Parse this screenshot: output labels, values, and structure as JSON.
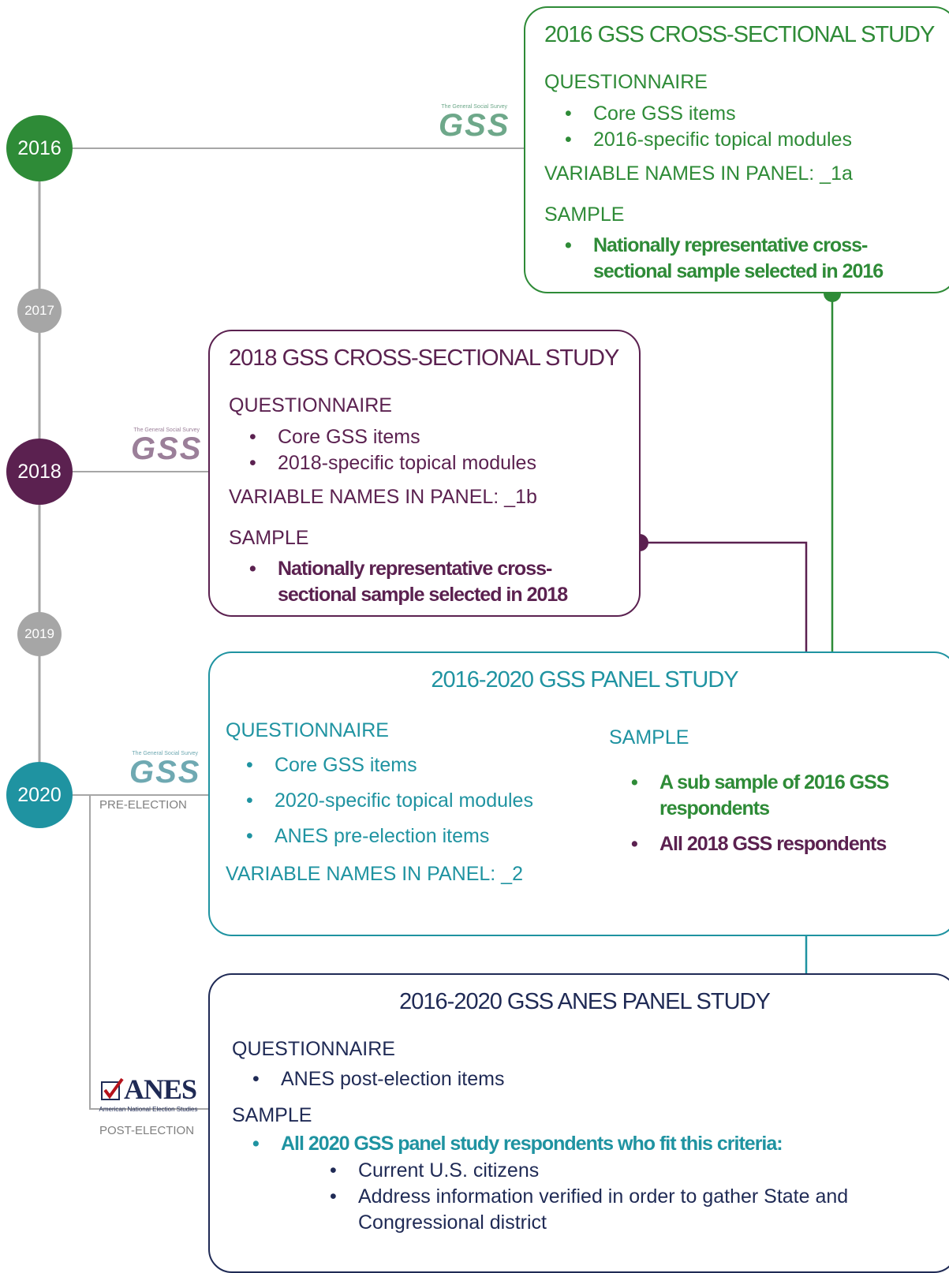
{
  "colors": {
    "green": "#2e8b37",
    "purple": "#5b2150",
    "teal": "#1f93a1",
    "navy": "#1f2a55",
    "grey": "#a6a6a6",
    "line": "#a6a6a6"
  },
  "timeline": {
    "y2016": "2016",
    "y2017": "2017",
    "y2018": "2018",
    "y2019": "2019",
    "y2020": "2020"
  },
  "logos": {
    "gss_small_text": "The General Social Survey",
    "gss_text": "GSS",
    "anes_text": "ANES",
    "anes_subtitle": "American National Election Studies",
    "pre_election": "PRE-ELECTION",
    "post_election": "POST-ELECTION"
  },
  "box2016": {
    "title": "2016 GSS CROSS-SECTIONAL STUDY",
    "questionnaire_label": "QUESTIONNAIRE",
    "items": [
      "Core GSS items",
      "2016-specific topical modules"
    ],
    "varnames": "VARIABLE NAMES IN PANEL: _1a",
    "sample_label": "SAMPLE",
    "sample_item": "Nationally representative cross-sectional sample selected in 2016"
  },
  "box2018": {
    "title": "2018 GSS CROSS-SECTIONAL STUDY",
    "questionnaire_label": "QUESTIONNAIRE",
    "items": [
      "Core GSS items",
      "2018-specific topical modules"
    ],
    "varnames": "VARIABLE NAMES IN PANEL: _1b",
    "sample_label": "SAMPLE",
    "sample_item": "Nationally representative cross-sectional sample selected in 2018"
  },
  "panel": {
    "title": "2016-2020 GSS PANEL STUDY",
    "questionnaire_label": "QUESTIONNAIRE",
    "items": [
      "Core GSS items",
      "2020-specific topical modules",
      "ANES pre-election items"
    ],
    "varnames": "VARIABLE NAMES IN PANEL: _2",
    "sample_label": "SAMPLE",
    "sample_items": [
      "A sub sample of 2016 GSS respondents",
      "All 2018 GSS respondents"
    ]
  },
  "anes": {
    "title": "2016-2020 GSS ANES PANEL STUDY",
    "questionnaire_label": "QUESTIONNAIRE",
    "items": [
      "ANES post-election items"
    ],
    "sample_label": "SAMPLE",
    "sample_item": "All 2020 GSS panel study respondents who fit this criteria:",
    "criteria": [
      "Current U.S. citizens",
      "Address information verified in order to gather State and Congressional district"
    ]
  }
}
